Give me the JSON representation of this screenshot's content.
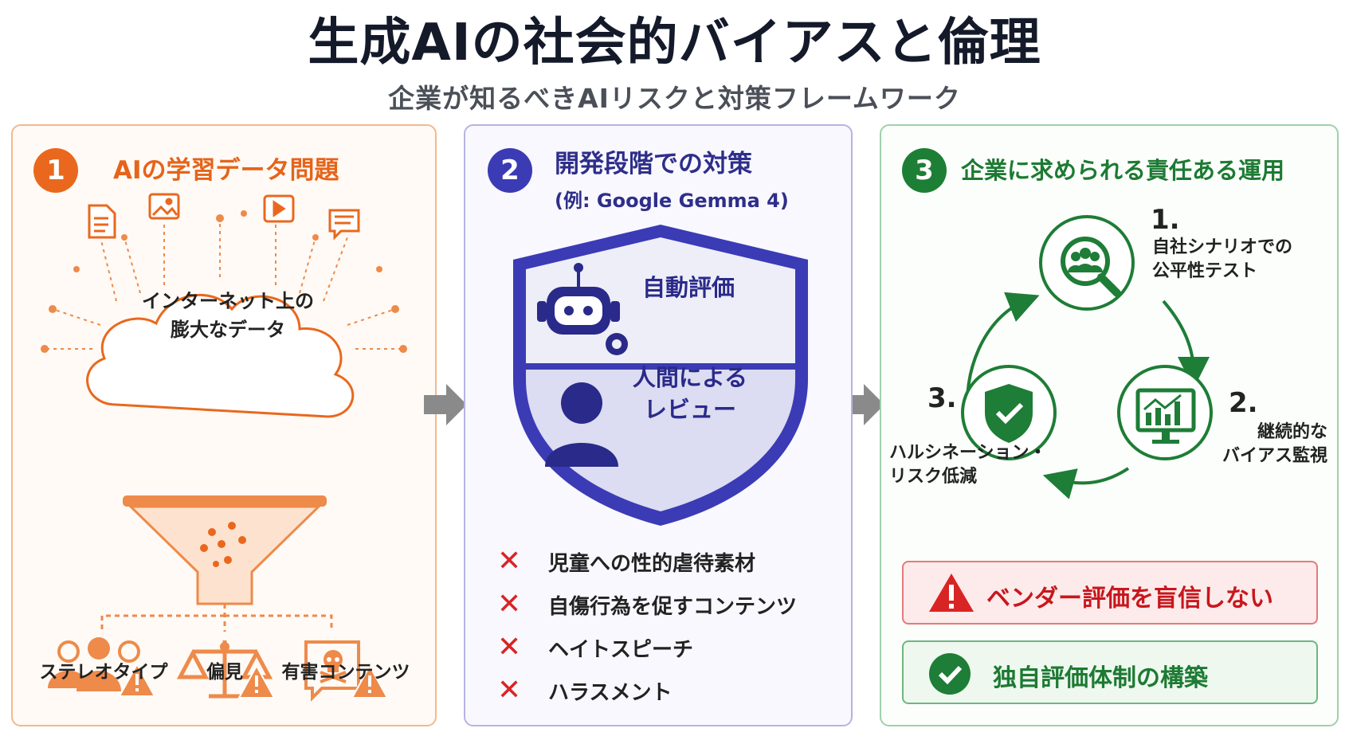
{
  "header": {
    "title": "生成AIの社会的バイアスと倫理",
    "subtitle": "企業が知るべきAIリスクと対策フレームワーク"
  },
  "panel1": {
    "number": "1",
    "title": "AIの学習データ問題",
    "cloud_line1": "インターネット上の",
    "cloud_line2": "膨大なデータ",
    "outputs": [
      "ステレオタイプ",
      "偏見",
      "有害コンテンツ"
    ],
    "accent": "#e9681e"
  },
  "panel2": {
    "number": "2",
    "title": "開発段階での対策",
    "subtitle": "(例: Google Gemma 4)",
    "shield_top": "自動評価",
    "shield_bottom_line1": "人間による",
    "shield_bottom_line2": "レビュー",
    "excluded": [
      "児童への性的虐待素材",
      "自傷行為を促すコンテンツ",
      "ヘイトスピーチ",
      "ハラスメント"
    ],
    "accent": "#3b3bb5"
  },
  "panel3": {
    "number": "3",
    "title": "企業に求められる責任ある運用",
    "cycle": [
      {
        "num": "1.",
        "line1": "自社シナリオでの",
        "line2": "公平性テスト"
      },
      {
        "num": "2.",
        "line1": "継続的な",
        "line2": "バイアス監視"
      },
      {
        "num": "3.",
        "line1": "ハルシネーション・",
        "line2": "リスク低減"
      }
    ],
    "warning": "ベンダー評価を盲信しない",
    "action": "独自評価体制の構築",
    "accent": "#1d7f35",
    "warning_color": "#d92424"
  }
}
